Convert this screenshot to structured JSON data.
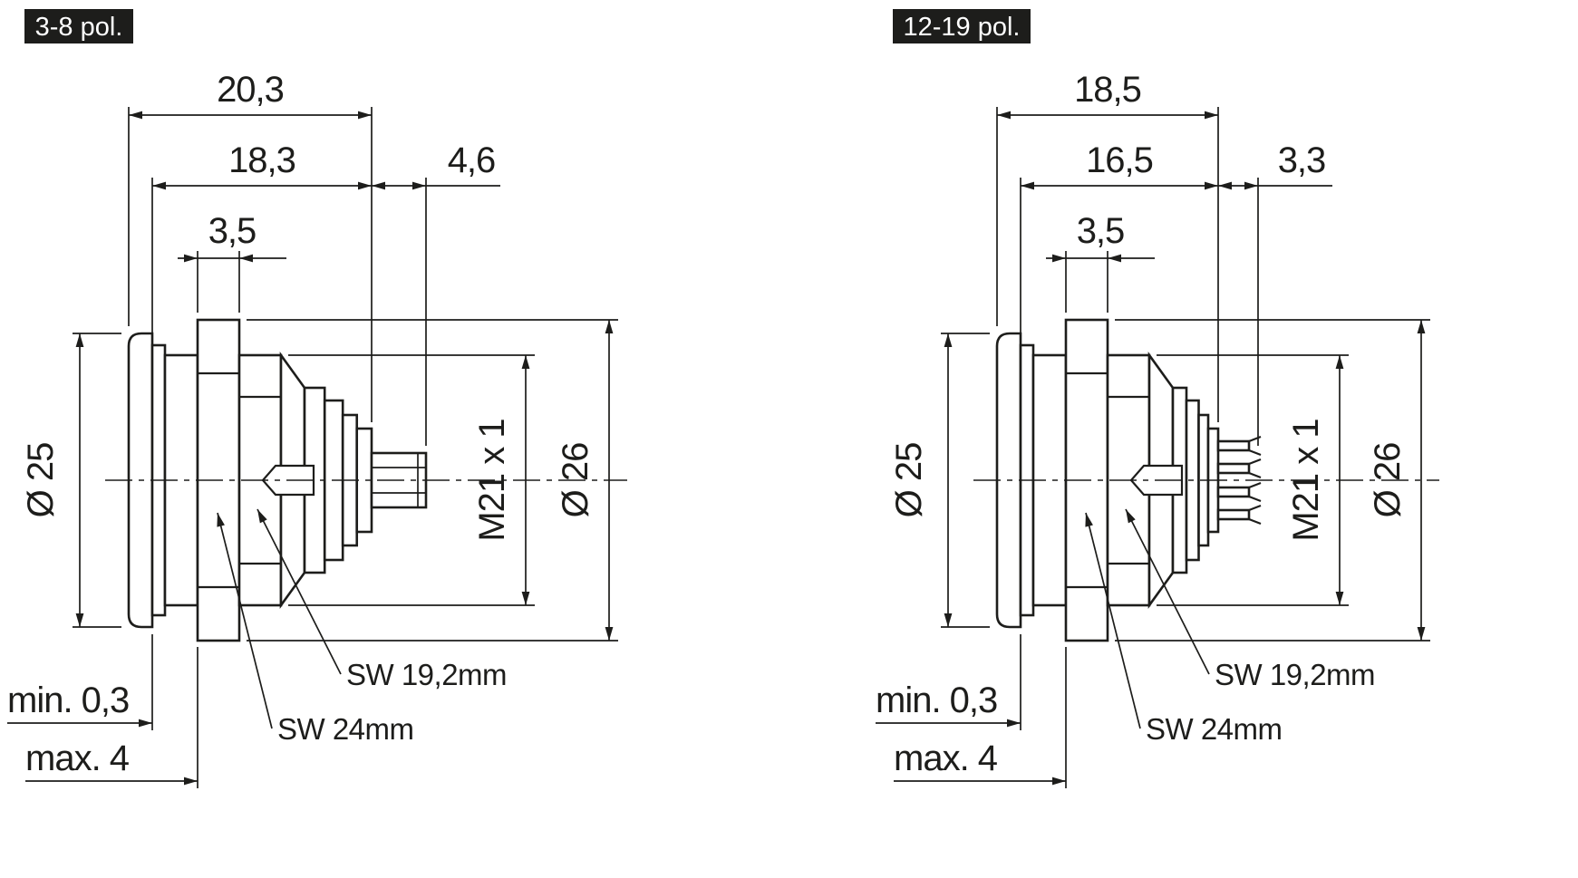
{
  "colors": {
    "line": "#1d1d1b",
    "badge_bg": "#1d1d1b",
    "badge_fg": "#ffffff",
    "background": "#ffffff"
  },
  "drawings": {
    "left": {
      "badge": "3-8 pol.",
      "total_length": "20,3",
      "front_length": "18,3",
      "stub_length": "4,6",
      "nut_thickness": "3,5",
      "flange_diameter": "Ø 25",
      "thread": "M21 x 1",
      "max_diameter": "Ø 26",
      "wrench_small": "SW 19,2mm",
      "wrench_large": "SW 24mm",
      "panel_min": "min. 0,3",
      "panel_max": "max. 4"
    },
    "right": {
      "badge": "12-19 pol.",
      "total_length": "18,5",
      "front_length": "16,5",
      "stub_length": "3,3",
      "nut_thickness": "3,5",
      "flange_diameter": "Ø 25",
      "thread": "M21 x 1",
      "max_diameter": "Ø 26",
      "wrench_small": "SW 19,2mm",
      "wrench_large": "SW 24mm",
      "panel_min": "min. 0,3",
      "panel_max": "max. 4"
    }
  }
}
